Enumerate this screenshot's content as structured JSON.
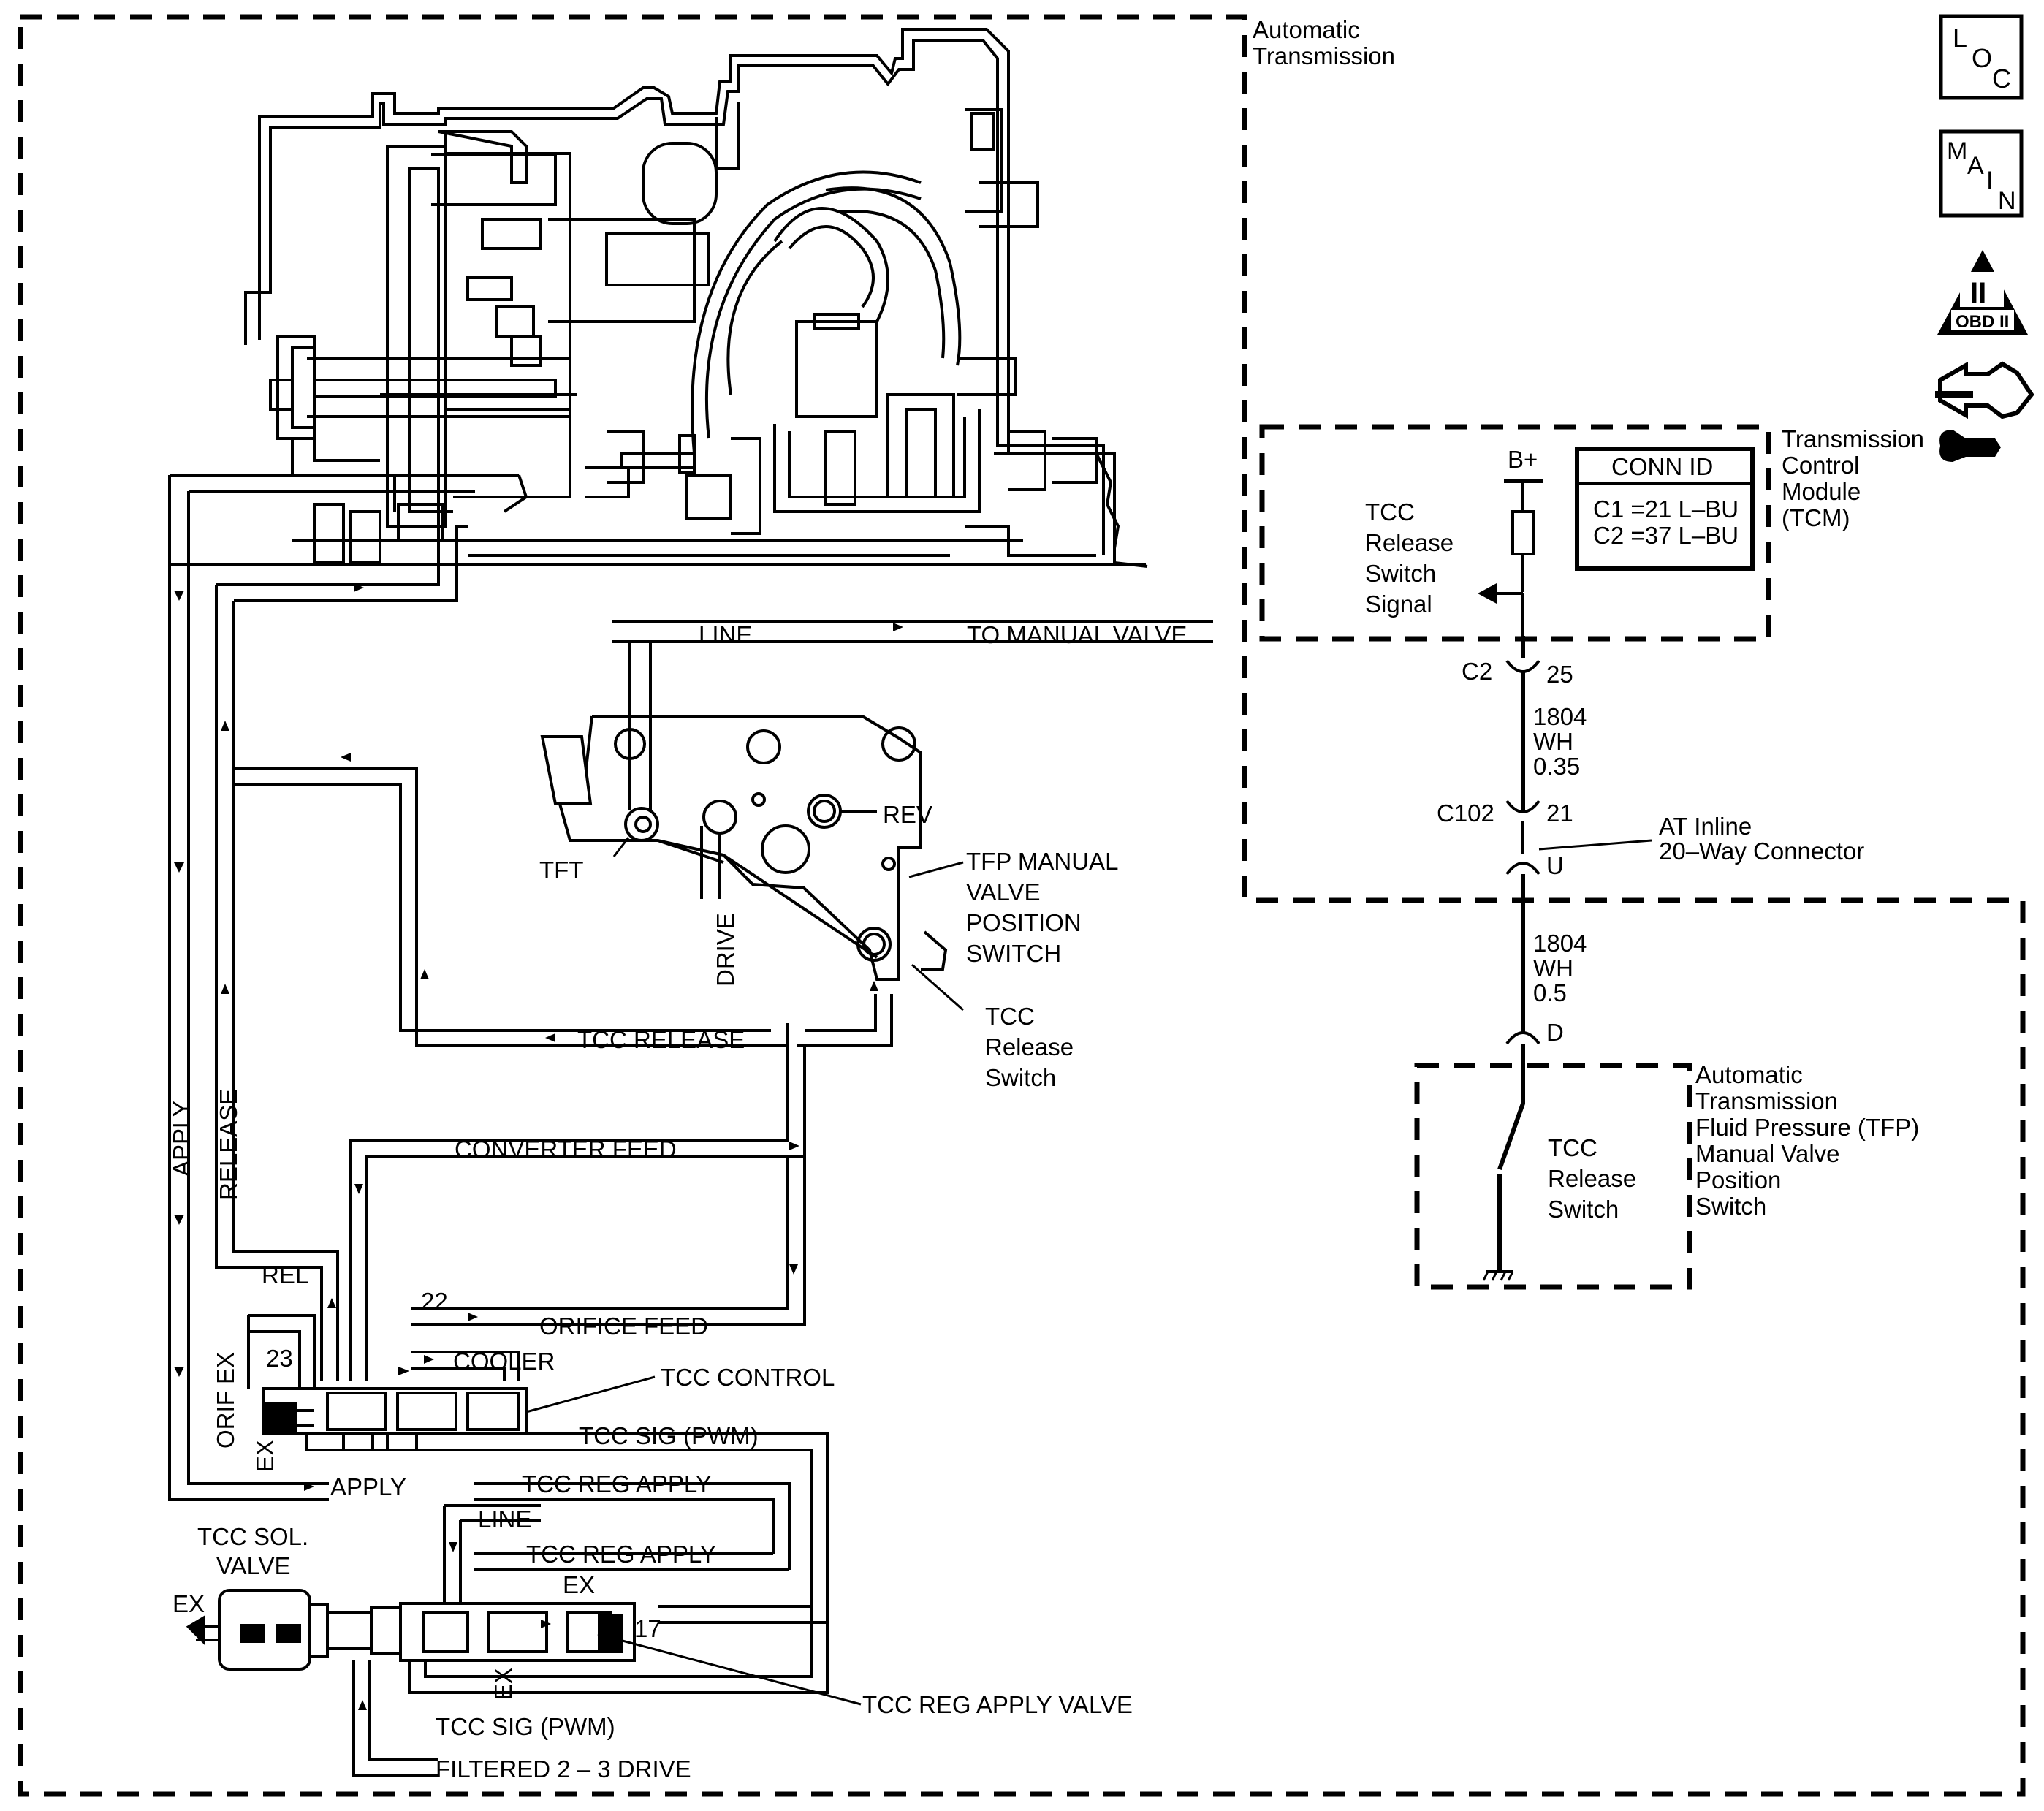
{
  "boxes": {
    "automatic_transmission": "Automatic Transmission",
    "tcm": "Transmission Control Module (TCM)",
    "tfp_switch": "Automatic Transmission Fluid Pressure (TFP) Manual Valve Position Switch"
  },
  "nav_icons": {
    "loc": [
      "L",
      "O",
      "C"
    ],
    "main": [
      "M",
      "A",
      "I",
      "N"
    ],
    "obd": {
      "roman": "II",
      "text": "OBD II"
    }
  },
  "connector_id": {
    "title": "CONN ID",
    "c1": "C1 =21 L–BU",
    "c2": "C2 =37 L–BU"
  },
  "circuit": {
    "power": "B+",
    "signal_label": [
      "TCC",
      "Release",
      "Switch",
      "Signal"
    ],
    "c2_label": "C2",
    "c2_pin": "25",
    "wire1": [
      "1804",
      "WH",
      "0.35"
    ],
    "c102_label": "C102",
    "c102_pin": "21",
    "inline_label": [
      "AT Inline",
      "20–Way Connector"
    ],
    "u_pin": "U",
    "wire2": [
      "1804",
      "WH",
      "0.5"
    ],
    "d_pin": "D",
    "switch_label": [
      "TCC",
      "Release",
      "Switch"
    ]
  },
  "hydraulic": {
    "line": "LINE",
    "to_manual_valve": "TO MANUAL VALVE",
    "rev": "REV",
    "tft": "TFT",
    "drive": "DRIVE",
    "tfp_manual": [
      "TFP  MANUAL",
      "VALVE",
      "POSITION",
      "SWITCH"
    ],
    "tcc_release_switch": [
      "TCC",
      "Release",
      "Switch"
    ],
    "tcc_release": "TCC RELEASE",
    "converter_feed": "CONVERTER FEED",
    "apply_vertical": "APPLY",
    "release_vertical": "RELEASE",
    "rel": "REL",
    "n22": "22",
    "orifice_feed": "ORIFICE FEED",
    "n23": "23",
    "orif_ex": "ORIF EX",
    "cooler": "COOLER",
    "tcc_control": "TCC CONTROL",
    "ex": "EX",
    "tcc_sig_pwm": "TCC SIG (PWM)",
    "apply": "APPLY",
    "tcc_reg_apply": "TCC REG APPLY",
    "line2": "LINE",
    "tcc_reg_apply2": "TCC REG APPLY",
    "tcc_sol_valve": [
      "TCC SOL.",
      "VALVE"
    ],
    "ex_left": "EX",
    "ex_mid": "EX",
    "n17": "17",
    "ex_bottom": "EX",
    "tcc_reg_apply_valve": "TCC REG APPLY VALVE",
    "tcc_sig_pwm2": "TCC SIG (PWM)",
    "filtered_drive": "FILTERED 2 – 3 DRIVE"
  }
}
